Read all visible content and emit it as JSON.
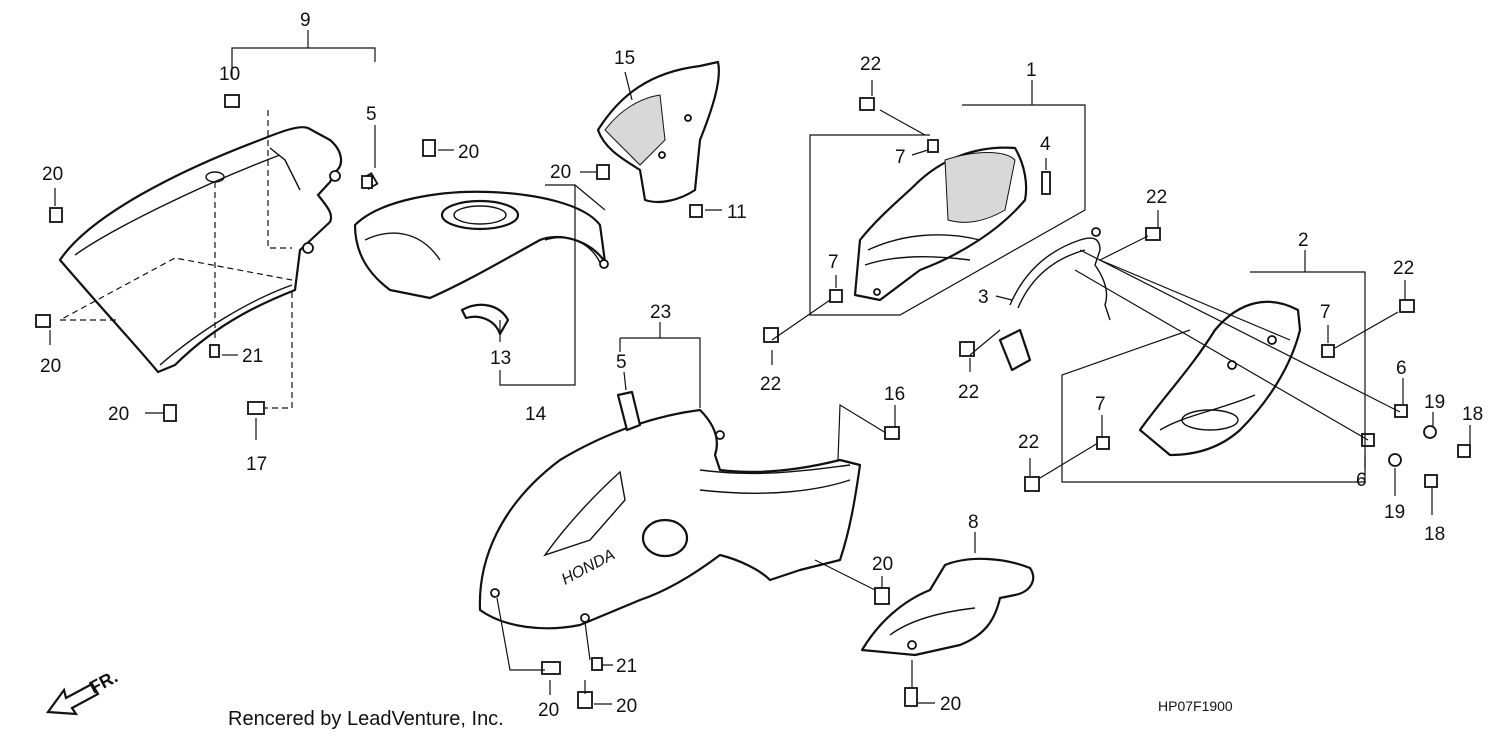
{
  "callouts": {
    "c1": "1",
    "c2": "2",
    "c3": "3",
    "c4": "4",
    "c5a": "5",
    "c5b": "5",
    "c6a": "6",
    "c6b": "6",
    "c7a": "7",
    "c7b": "7",
    "c7c": "7",
    "c7d": "7",
    "c8": "8",
    "c9": "9",
    "c10": "10",
    "c11": "11",
    "c13": "13",
    "c14": "14",
    "c15": "15",
    "c16": "16",
    "c17": "17",
    "c18a": "18",
    "c18b": "18",
    "c19a": "19",
    "c19b": "19",
    "c20a": "20",
    "c20b": "20",
    "c20c": "20",
    "c20d": "20",
    "c20e": "20",
    "c20f": "20",
    "c20g": "20",
    "c20h": "20",
    "c20i": "20",
    "c21a": "21",
    "c21b": "21",
    "c22a": "22",
    "c22b": "22",
    "c22c": "22",
    "c22d": "22",
    "c22e": "22",
    "c22f": "22",
    "c23": "23"
  },
  "direction_marker": "FR.",
  "brand_mark": "HONDA",
  "footer": {
    "credit": "Rencered by LeadVenture, Inc.",
    "diagram_code": "HP07F1900"
  },
  "icons": {
    "direction": "front-arrow-icon",
    "fastener": "bolt-icon"
  },
  "colors": {
    "line": "#111111",
    "background": "#ffffff"
  }
}
